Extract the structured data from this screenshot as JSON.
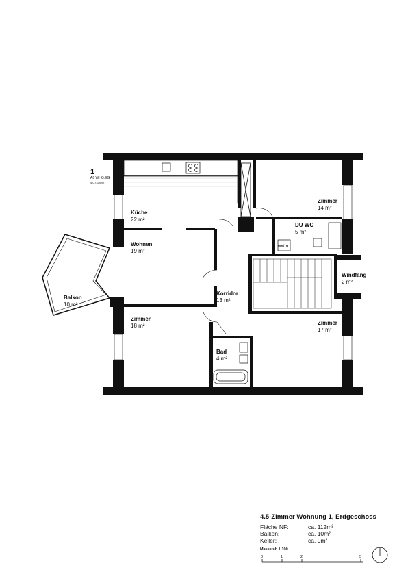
{
  "unit": {
    "number": "1",
    "code": "A6 WHG.EG",
    "area": "4.0 (112m²)"
  },
  "rooms": {
    "kueche": {
      "name": "Küche",
      "area": "22 m²"
    },
    "wohnen": {
      "name": "Wohnen",
      "area": "19 m²"
    },
    "balkon": {
      "name": "Balkon",
      "area": "10 m²"
    },
    "zimmer_sw": {
      "name": "Zimmer",
      "area": "18 m²"
    },
    "korridor": {
      "name": "Korridor",
      "area": "13 m²"
    },
    "bad": {
      "name": "Bad",
      "area": "4 m²"
    },
    "zimmer_ne": {
      "name": "Zimmer",
      "area": "14 m²"
    },
    "du_wc": {
      "name": "DU WC",
      "area": "5 m²"
    },
    "windfang": {
      "name": "Windfang",
      "area": "2 m²"
    },
    "zimmer_se": {
      "name": "Zimmer",
      "area": "17 m²"
    }
  },
  "wm_tag": "WM/TU",
  "info": {
    "title": "4.5-Zimmer Wohnung 1, Erdgeschoss",
    "rows": [
      {
        "label": "Fläche NF:",
        "value": "ca. 112m²"
      },
      {
        "label": "Balkon:",
        "value": "ca. 10m²"
      },
      {
        "label": "Keller:",
        "value": "ca. 9m²"
      }
    ]
  },
  "scale": {
    "title": "Massstab 1:100",
    "ticks": [
      "0",
      "1",
      "2",
      "5"
    ]
  }
}
